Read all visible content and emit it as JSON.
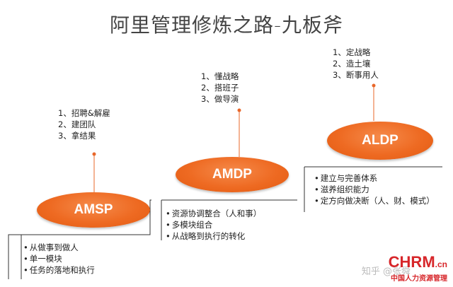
{
  "title": "阿里管理修炼之路-九板斧",
  "stages": [
    {
      "name": "AMSP",
      "above": [
        "1、招聘&解雇",
        "2、建团队",
        "3、拿结果"
      ],
      "below": [
        "从做事到做人",
        "单一模块",
        "任务的落地和执行"
      ]
    },
    {
      "name": "AMDP",
      "above": [
        "1、懂战略",
        "2、搭班子",
        "3、做导演"
      ],
      "below": [
        "资源协调整合（人和事）",
        "多模块组合",
        "从战略到执行的转化"
      ]
    },
    {
      "name": "ALDP",
      "above": [
        "1、定战略",
        "2、造土壤",
        "3、断事用人"
      ],
      "below": [
        "建立与完善体系",
        "滋养组织能力",
        "定方向做决断（人、财、模式）"
      ]
    }
  ],
  "watermark": {
    "brand": "CHRM",
    "domain": ".cn",
    "subtitle": "中国人力资源管理",
    "ghost": "知乎 @张舜"
  },
  "colors": {
    "accent": "#ee6a22",
    "line": "#333333",
    "dot": "#e8672a",
    "brand": "#d7262a"
  }
}
